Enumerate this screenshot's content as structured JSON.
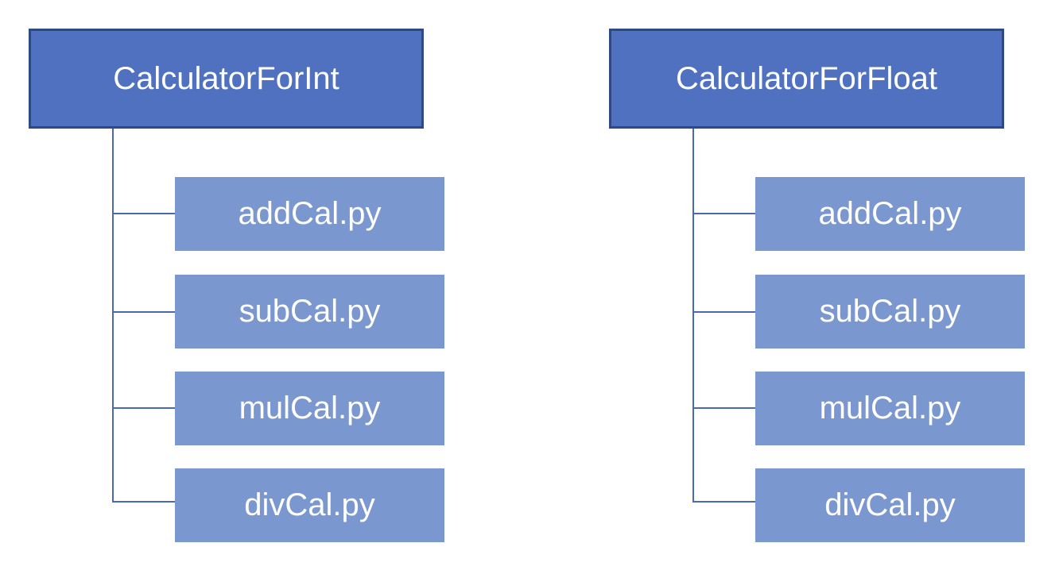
{
  "trees": [
    {
      "root_label": "CalculatorForInt",
      "files": [
        "addCal.py",
        "subCal.py",
        "mulCal.py",
        "divCal.py"
      ]
    },
    {
      "root_label": "CalculatorForFloat",
      "files": [
        "addCal.py",
        "subCal.py",
        "mulCal.py",
        "divCal.py"
      ]
    }
  ],
  "colors": {
    "root_fill": "#4f71bf",
    "root_border": "#2e4a86",
    "child_fill": "#7b97cf",
    "connector": "#4a69b5",
    "text": "#ffffff"
  }
}
